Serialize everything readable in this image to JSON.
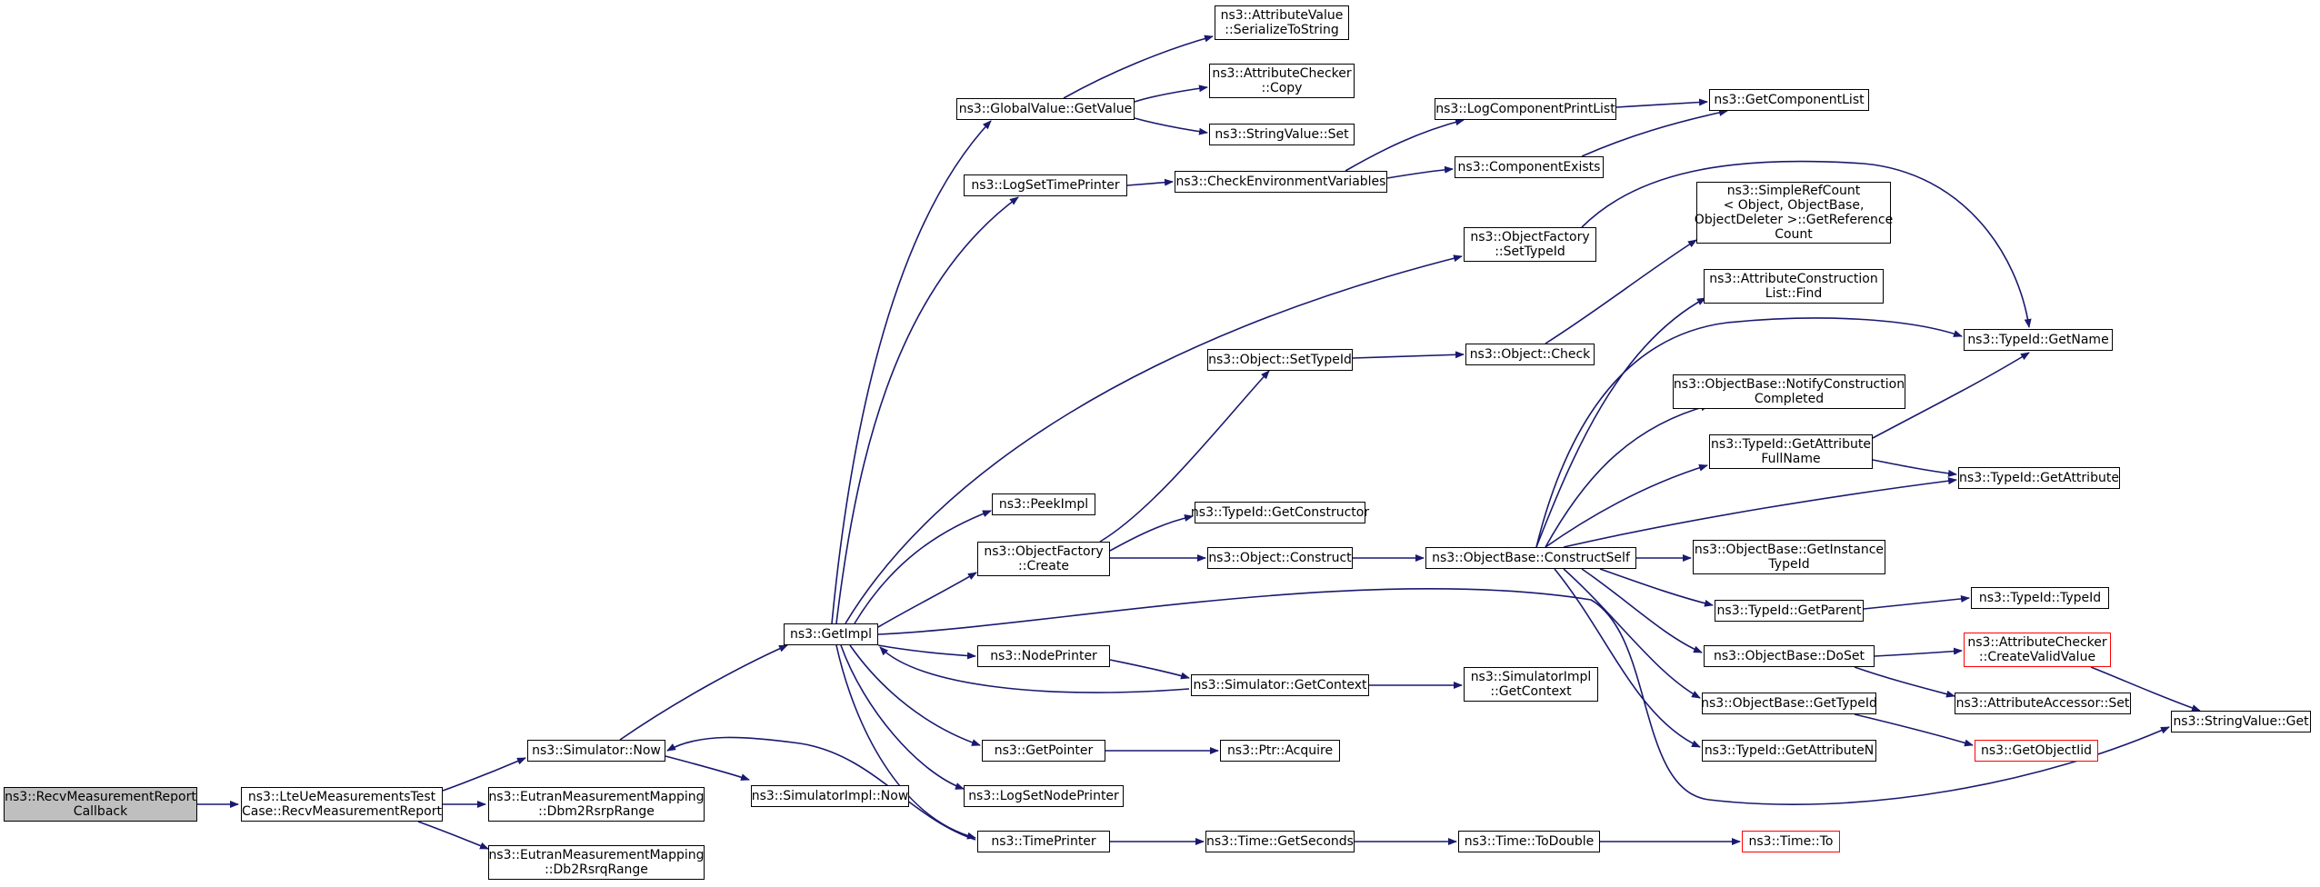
{
  "colors": {
    "edge": "#191970",
    "truncated_border": "#ff0000",
    "root_fill": "#bfbfbf"
  },
  "nodes": [
    {
      "id": "root",
      "lines": [
        "ns3::RecvMeasurementReport",
        "Callback"
      ],
      "root": true
    },
    {
      "id": "lteRecv",
      "lines": [
        "ns3::LteUeMeasurementsTest",
        "Case::RecvMeasurementReport"
      ]
    },
    {
      "id": "simNow",
      "lines": [
        "ns3::Simulator::Now"
      ]
    },
    {
      "id": "dbm2rsrp",
      "lines": [
        "ns3::EutranMeasurementMapping",
        "::Dbm2RsrpRange"
      ]
    },
    {
      "id": "db2rsrq",
      "lines": [
        "ns3::EutranMeasurementMapping",
        "::Db2RsrqRange"
      ]
    },
    {
      "id": "getImpl",
      "lines": [
        "ns3::GetImpl"
      ]
    },
    {
      "id": "simImplNow",
      "lines": [
        "ns3::SimulatorImpl::Now"
      ]
    },
    {
      "id": "globalGetValue",
      "lines": [
        "ns3::GlobalValue::GetValue"
      ]
    },
    {
      "id": "logSetTimePrinter",
      "lines": [
        "ns3::LogSetTimePrinter"
      ]
    },
    {
      "id": "peekImpl",
      "lines": [
        "ns3::PeekImpl"
      ]
    },
    {
      "id": "objFactoryCreate",
      "lines": [
        "ns3::ObjectFactory",
        "::Create"
      ]
    },
    {
      "id": "nodePrinter",
      "lines": [
        "ns3::NodePrinter"
      ]
    },
    {
      "id": "getPointer",
      "lines": [
        "ns3::GetPointer"
      ]
    },
    {
      "id": "logSetNodePrinter",
      "lines": [
        "ns3::LogSetNodePrinter"
      ]
    },
    {
      "id": "timePrinter",
      "lines": [
        "ns3::TimePrinter"
      ]
    },
    {
      "id": "attrValueSerialize",
      "lines": [
        "ns3::AttributeValue",
        "::SerializeToString"
      ]
    },
    {
      "id": "attrCheckerCopy",
      "lines": [
        "ns3::AttributeChecker",
        "::Copy"
      ]
    },
    {
      "id": "stringValueSet",
      "lines": [
        "ns3::StringValue::Set"
      ]
    },
    {
      "id": "checkEnvVars",
      "lines": [
        "ns3::CheckEnvironmentVariables"
      ]
    },
    {
      "id": "objSetTypeId",
      "lines": [
        "ns3::Object::SetTypeId"
      ]
    },
    {
      "id": "typeIdGetConstructor",
      "lines": [
        "ns3::TypeId::GetConstructor"
      ]
    },
    {
      "id": "objConstruct",
      "lines": [
        "ns3::Object::Construct"
      ]
    },
    {
      "id": "simGetContext",
      "lines": [
        "ns3::Simulator::GetContext"
      ]
    },
    {
      "id": "ptrAcquire",
      "lines": [
        "ns3::Ptr::Acquire"
      ]
    },
    {
      "id": "timeGetSeconds",
      "lines": [
        "ns3::Time::GetSeconds"
      ]
    },
    {
      "id": "logComponentPrintList",
      "lines": [
        "ns3::LogComponentPrintList"
      ]
    },
    {
      "id": "componentExists",
      "lines": [
        "ns3::ComponentExists"
      ]
    },
    {
      "id": "objFactorySetTypeId",
      "lines": [
        "ns3::ObjectFactory",
        "::SetTypeId"
      ]
    },
    {
      "id": "objCheck",
      "lines": [
        "ns3::Object::Check"
      ]
    },
    {
      "id": "objBaseConstructSelf",
      "lines": [
        "ns3::ObjectBase::ConstructSelf"
      ]
    },
    {
      "id": "simImplGetContext",
      "lines": [
        "ns3::SimulatorImpl",
        "::GetContext"
      ]
    },
    {
      "id": "timeToDouble",
      "lines": [
        "ns3::Time::ToDouble"
      ]
    },
    {
      "id": "getComponentList",
      "lines": [
        "ns3::GetComponentList"
      ]
    },
    {
      "id": "simpleRefCount",
      "lines": [
        "ns3::SimpleRefCount",
        "< Object, ObjectBase,",
        "ObjectDeleter >::GetReference",
        "Count"
      ]
    },
    {
      "id": "attrConstructionFind",
      "lines": [
        "ns3::AttributeConstruction",
        "List::Find"
      ]
    },
    {
      "id": "notifyConstruction",
      "lines": [
        "ns3::ObjectBase::NotifyConstruction",
        "Completed"
      ]
    },
    {
      "id": "typeIdGetAttrFullName",
      "lines": [
        "ns3::TypeId::GetAttribute",
        "FullName"
      ]
    },
    {
      "id": "getInstanceTypeId",
      "lines": [
        "ns3::ObjectBase::GetInstance",
        "TypeId"
      ]
    },
    {
      "id": "typeIdGetParent",
      "lines": [
        "ns3::TypeId::GetParent"
      ]
    },
    {
      "id": "objBaseDoSet",
      "lines": [
        "ns3::ObjectBase::DoSet"
      ]
    },
    {
      "id": "objBaseGetTypeId",
      "lines": [
        "ns3::ObjectBase::GetTypeId"
      ]
    },
    {
      "id": "typeIdGetAttributeN",
      "lines": [
        "ns3::TypeId::GetAttributeN"
      ]
    },
    {
      "id": "timeTo",
      "lines": [
        "ns3::Time::To"
      ],
      "truncated": true
    },
    {
      "id": "typeIdGetName",
      "lines": [
        "ns3::TypeId::GetName"
      ]
    },
    {
      "id": "typeIdGetAttribute",
      "lines": [
        "ns3::TypeId::GetAttribute"
      ]
    },
    {
      "id": "typeIdTypeId",
      "lines": [
        "ns3::TypeId::TypeId"
      ]
    },
    {
      "id": "attrCheckerCreateValid",
      "lines": [
        "ns3::AttributeChecker",
        "::CreateValidValue"
      ],
      "truncated": true
    },
    {
      "id": "attrAccessorSet",
      "lines": [
        "ns3::AttributeAccessor::Set"
      ]
    },
    {
      "id": "getObjectIid",
      "lines": [
        "ns3::GetObjectIid"
      ],
      "truncated": true
    },
    {
      "id": "stringValueGet",
      "lines": [
        "ns3::StringValue::Get"
      ]
    }
  ]
}
